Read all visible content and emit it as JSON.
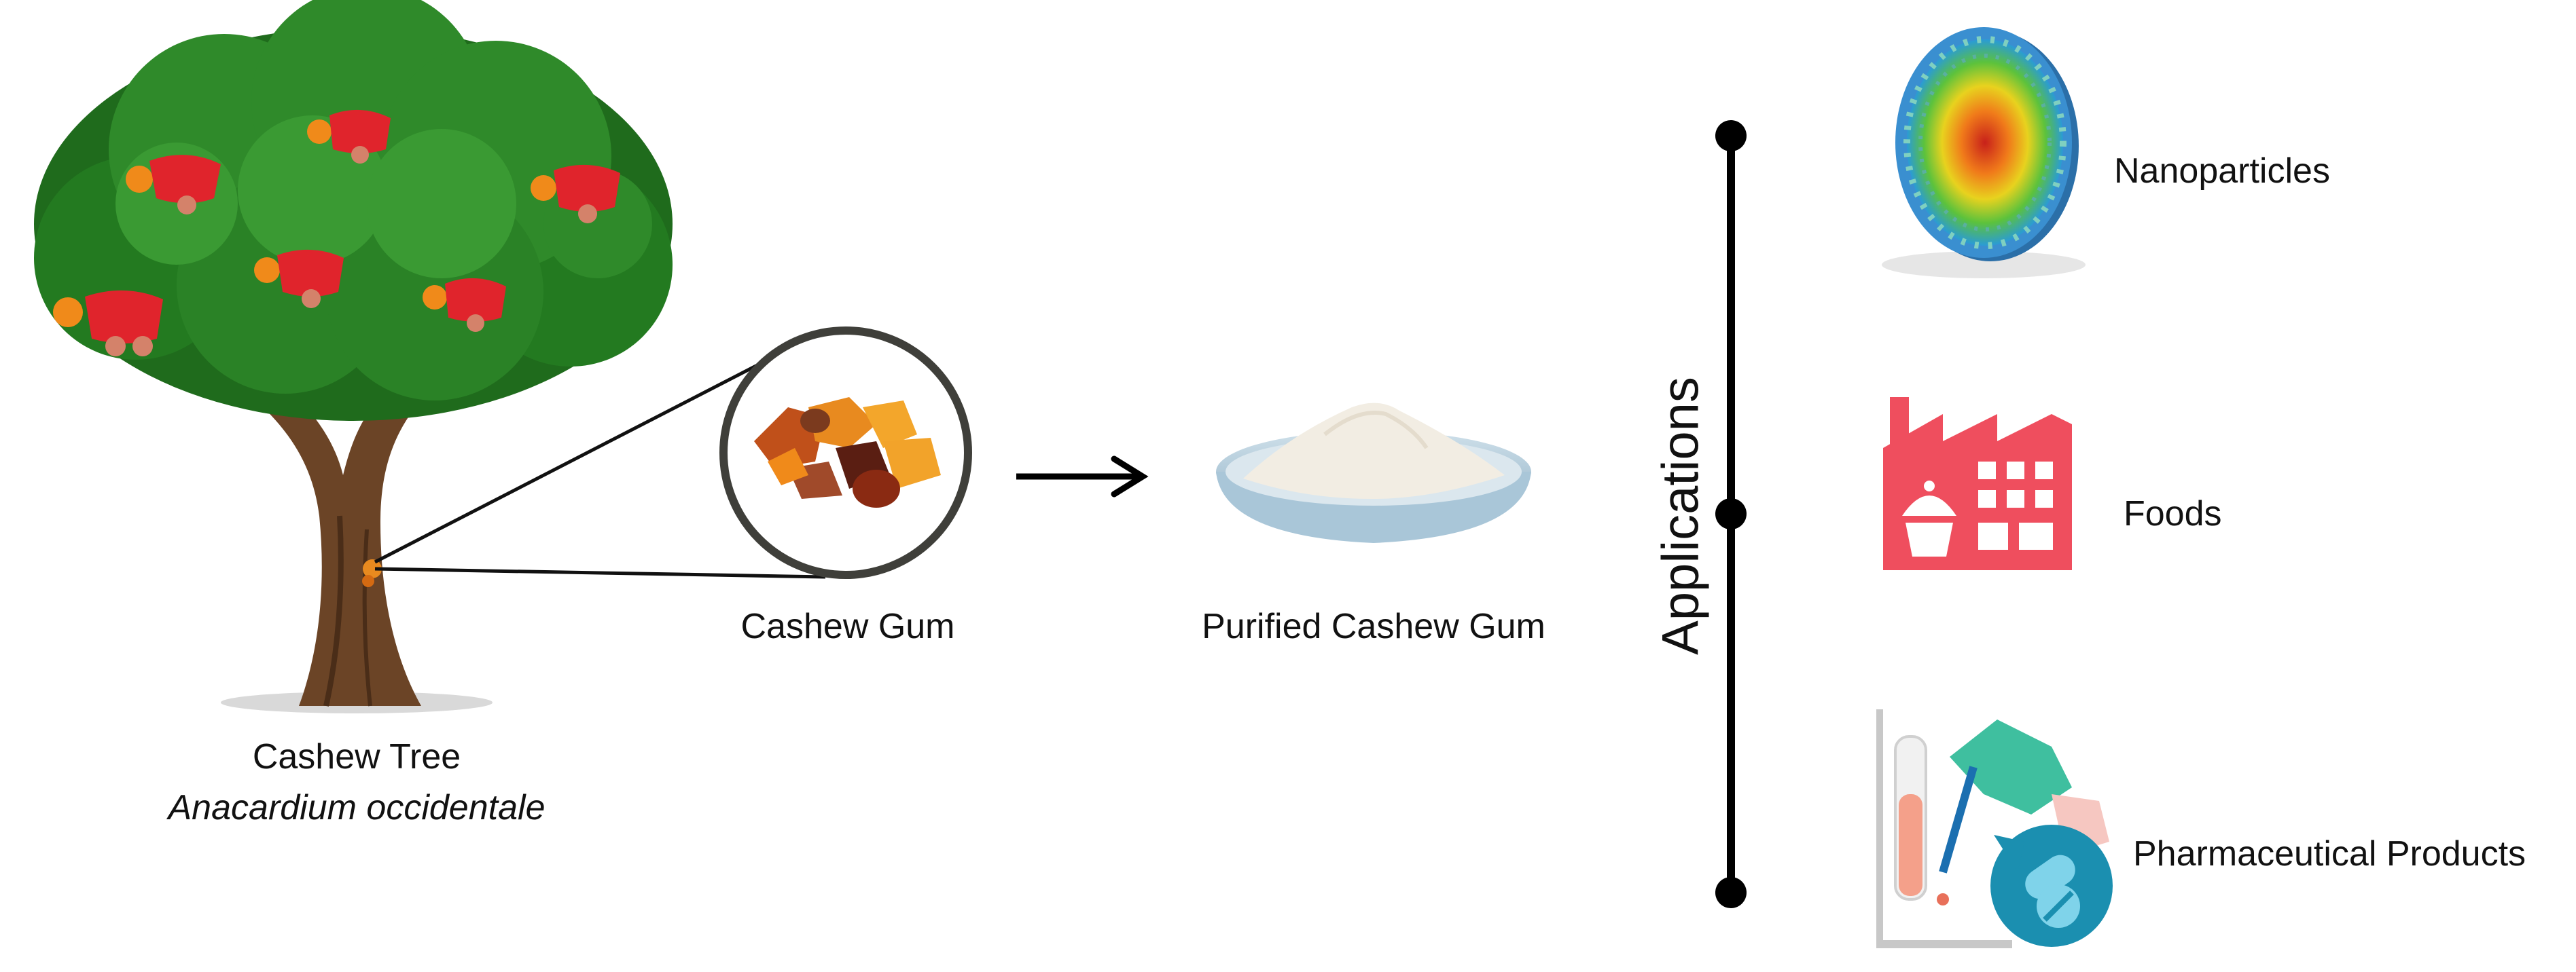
{
  "labels": {
    "cashew_tree": "Cashew Tree",
    "scientific_name": "Anacardium occidentale",
    "cashew_gum": "Cashew Gum",
    "purified_cashew_gum": "Purified Cashew Gum",
    "applications": "Applications"
  },
  "applications": [
    {
      "label": "Nanoparticles",
      "icon": "nanoparticle-icon"
    },
    {
      "label": "Foods",
      "icon": "factory-icon"
    },
    {
      "label": "Pharmaceutical Products",
      "icon": "lab-pharma-icon"
    }
  ],
  "colors": {
    "foliage": "#2f8a2a",
    "trunk": "#6b4426",
    "fruit": "#e0242c",
    "gum": "#e88a1f",
    "factory": "#ef4e5e",
    "pharma_blue": "#1b8fb0",
    "glove": "#3fbf9f"
  }
}
